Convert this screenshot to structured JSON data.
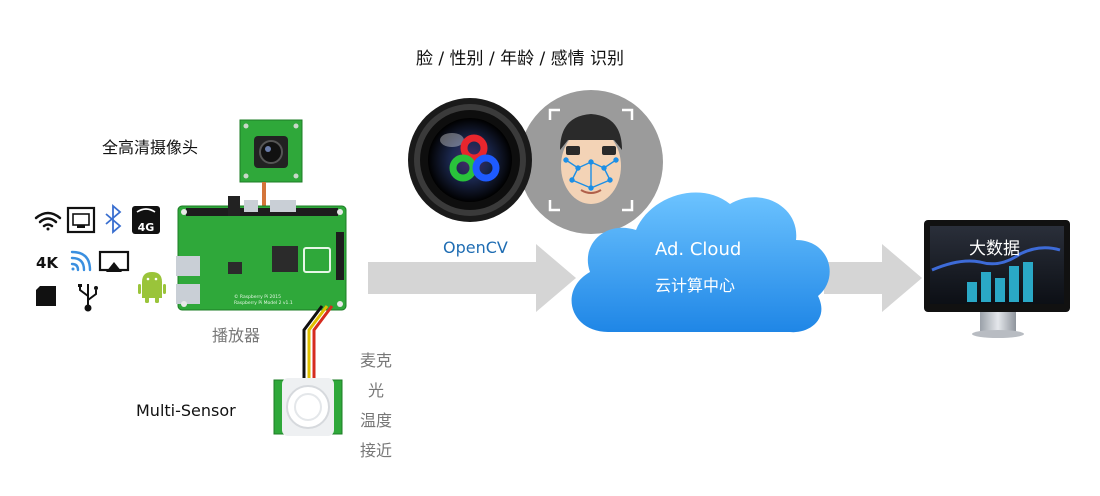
{
  "header": {
    "title": "脸 / 性别 / 年龄 / 感情 识别"
  },
  "camera": {
    "label": "全高清摄像头"
  },
  "player": {
    "label": "播放器"
  },
  "sensor": {
    "label": "Multi-Sensor",
    "items": [
      "麦克",
      "光",
      "温度",
      "接近"
    ]
  },
  "board": {
    "silkscreen_line1": "© Raspberry Pi 2015",
    "silkscreen_line2": "Raspberry Pi Model 2 v1.1"
  },
  "connectivity_icons": [
    "wifi-icon",
    "ethernet-icon",
    "bluetooth-icon",
    "4g-icon",
    "4k-icon",
    "cast-icon",
    "airplay-icon",
    "sd-card-icon",
    "usb-icon",
    "android-icon"
  ],
  "icon_texts": {
    "four_g": "4G",
    "four_k": "4K"
  },
  "opencv": {
    "label": "OpenCV"
  },
  "cloud": {
    "title": "Ad. Cloud",
    "subtitle": "云计算中心"
  },
  "bigdata": {
    "label": "大数据"
  },
  "colors": {
    "arrow": "#d5d5d5",
    "cloud": "#3f9ff0",
    "board": "#2fa83a",
    "opencv_text": "#1f6db3"
  }
}
